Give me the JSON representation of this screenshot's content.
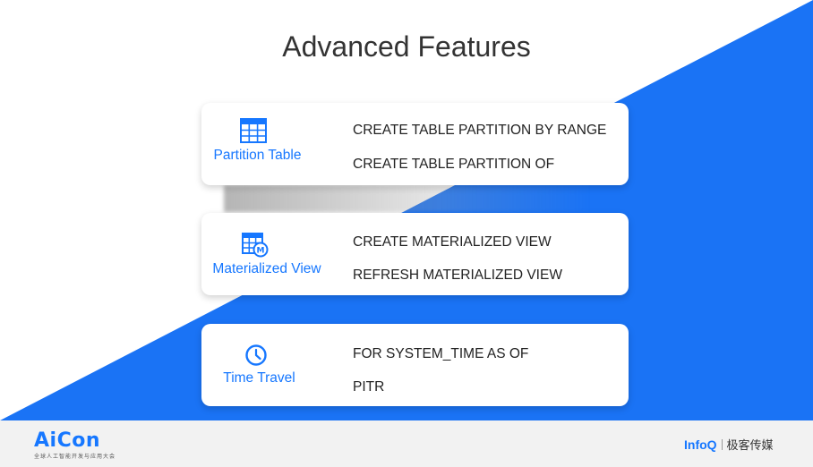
{
  "colors": {
    "accent": "#1677ff",
    "background_shape": "#1a73f5",
    "text": "#222222",
    "title": "#333333"
  },
  "title": "Advanced Features",
  "features": [
    {
      "label": "Partition Table",
      "icon": "table-grid-icon",
      "commands": [
        "CREATE TABLE PARTITION BY RANGE",
        "CREATE TABLE PARTITION OF"
      ]
    },
    {
      "label": "Materialized View",
      "icon": "materialized-view-icon",
      "commands": [
        "CREATE MATERIALIZED VIEW",
        "REFRESH MATERIALIZED VIEW"
      ]
    },
    {
      "label": "Time Travel",
      "icon": "clock-icon",
      "commands": [
        "FOR SYSTEM_TIME AS OF",
        "PITR"
      ]
    }
  ],
  "footer": {
    "left_logo": "AiCon",
    "left_subtitle": "全球人工智能开发与应用大会",
    "right_logo": "InfoQ",
    "right_logo_cn": "极客传媒"
  }
}
